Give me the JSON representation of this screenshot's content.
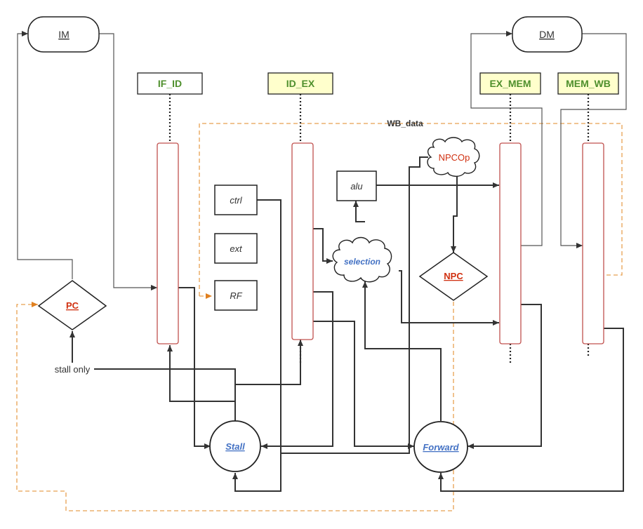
{
  "nodes": {
    "im": "IM",
    "dm": "DM",
    "if_id": "IF_ID",
    "id_ex": "ID_EX",
    "ex_mem": "EX_MEM",
    "mem_wb": "MEM_WB",
    "ctrl": "ctrl",
    "ext": "ext",
    "rf": "RF",
    "alu": "alu",
    "selection": "selection",
    "npcop": "NPCOp",
    "npc": "NPC",
    "pc": "PC",
    "stall": "Stall",
    "forward": "Forward"
  },
  "labels": {
    "wb_data": "WB_data",
    "stall_only": "stall only"
  },
  "colors": {
    "line": "#333333",
    "dashed": "#e8a050",
    "register_border": "#c0504d",
    "stage_green": "#4e8f2c",
    "stage_fill": "#ffffcc",
    "red_text": "#d03010",
    "blue_text": "#4472c4"
  }
}
